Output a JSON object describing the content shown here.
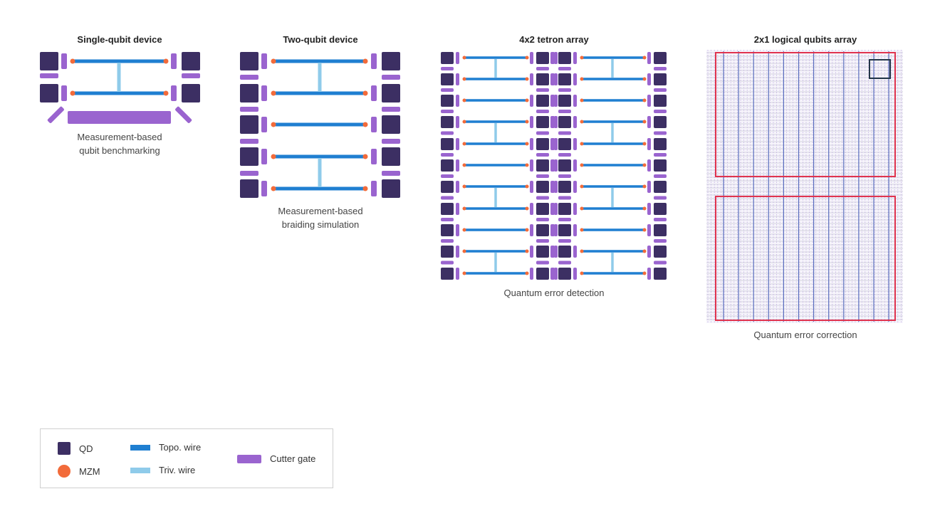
{
  "panels": [
    {
      "title": "Single-qubit device",
      "caption": [
        "Measurement-based",
        "qubit benchmarking"
      ]
    },
    {
      "title": "Two-qubit device",
      "caption": [
        "Measurement-based",
        "braiding simulation"
      ]
    },
    {
      "title": "4x2 tetron array",
      "caption": [
        "Quantum error detection"
      ]
    },
    {
      "title": "2x1 logical qubits array",
      "caption": [
        "Quantum error correction"
      ]
    }
  ],
  "legend": {
    "qd": "QD",
    "mzm": "MZM",
    "topo": "Topo. wire",
    "triv": "Triv. wire",
    "cutter": "Cutter gate"
  },
  "colors": {
    "qd": "#3c2f63",
    "mzm": "#f26b3a",
    "topo_wire": "#1f7fd1",
    "triv_wire": "#8fcbea",
    "cutter_gate": "#9a64cf",
    "logical_boundary": "#e0344f"
  }
}
